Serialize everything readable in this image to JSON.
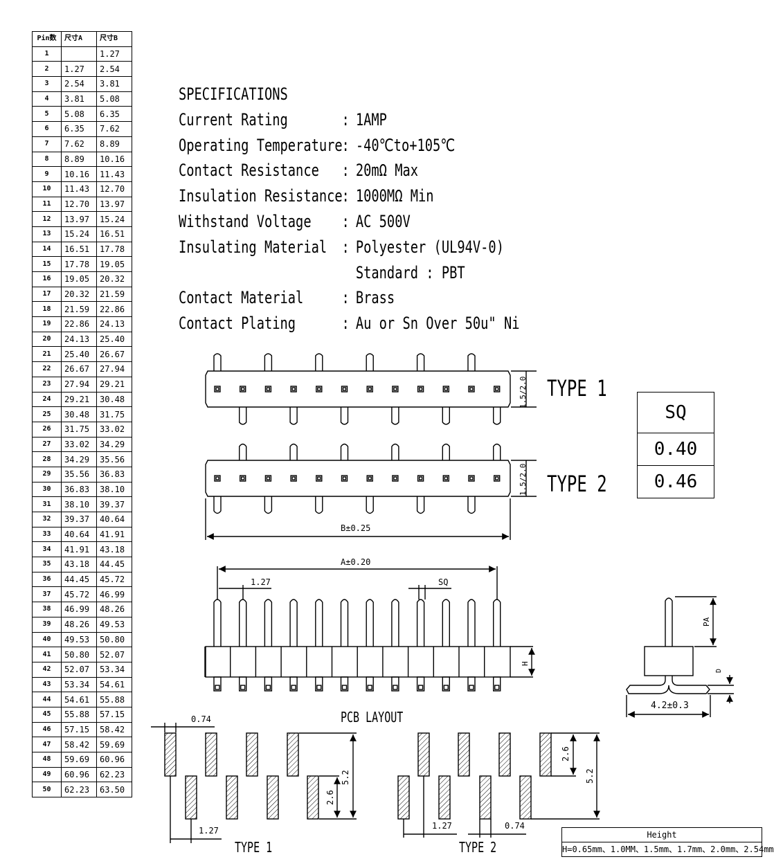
{
  "pin_table": {
    "headers": [
      "Pin数",
      "尺寸A",
      "尺寸B"
    ],
    "rows": [
      [
        "1",
        "",
        "1.27"
      ],
      [
        "2",
        "1.27",
        "2.54"
      ],
      [
        "3",
        "2.54",
        "3.81"
      ],
      [
        "4",
        "3.81",
        "5.08"
      ],
      [
        "5",
        "5.08",
        "6.35"
      ],
      [
        "6",
        "6.35",
        "7.62"
      ],
      [
        "7",
        "7.62",
        "8.89"
      ],
      [
        "8",
        "8.89",
        "10.16"
      ],
      [
        "9",
        "10.16",
        "11.43"
      ],
      [
        "10",
        "11.43",
        "12.70"
      ],
      [
        "11",
        "12.70",
        "13.97"
      ],
      [
        "12",
        "13.97",
        "15.24"
      ],
      [
        "13",
        "15.24",
        "16.51"
      ],
      [
        "14",
        "16.51",
        "17.78"
      ],
      [
        "15",
        "17.78",
        "19.05"
      ],
      [
        "16",
        "19.05",
        "20.32"
      ],
      [
        "17",
        "20.32",
        "21.59"
      ],
      [
        "18",
        "21.59",
        "22.86"
      ],
      [
        "19",
        "22.86",
        "24.13"
      ],
      [
        "20",
        "24.13",
        "25.40"
      ],
      [
        "21",
        "25.40",
        "26.67"
      ],
      [
        "22",
        "26.67",
        "27.94"
      ],
      [
        "23",
        "27.94",
        "29.21"
      ],
      [
        "24",
        "29.21",
        "30.48"
      ],
      [
        "25",
        "30.48",
        "31.75"
      ],
      [
        "26",
        "31.75",
        "33.02"
      ],
      [
        "27",
        "33.02",
        "34.29"
      ],
      [
        "28",
        "34.29",
        "35.56"
      ],
      [
        "29",
        "35.56",
        "36.83"
      ],
      [
        "30",
        "36.83",
        "38.10"
      ],
      [
        "31",
        "38.10",
        "39.37"
      ],
      [
        "32",
        "39.37",
        "40.64"
      ],
      [
        "33",
        "40.64",
        "41.91"
      ],
      [
        "34",
        "41.91",
        "43.18"
      ],
      [
        "35",
        "43.18",
        "44.45"
      ],
      [
        "36",
        "44.45",
        "45.72"
      ],
      [
        "37",
        "45.72",
        "46.99"
      ],
      [
        "38",
        "46.99",
        "48.26"
      ],
      [
        "39",
        "48.26",
        "49.53"
      ],
      [
        "40",
        "49.53",
        "50.80"
      ],
      [
        "41",
        "50.80",
        "52.07"
      ],
      [
        "42",
        "52.07",
        "53.34"
      ],
      [
        "43",
        "53.34",
        "54.61"
      ],
      [
        "44",
        "54.61",
        "55.88"
      ],
      [
        "45",
        "55.88",
        "57.15"
      ],
      [
        "46",
        "57.15",
        "58.42"
      ],
      [
        "47",
        "58.42",
        "59.69"
      ],
      [
        "48",
        "59.69",
        "60.96"
      ],
      [
        "49",
        "60.96",
        "62.23"
      ],
      [
        "50",
        "62.23",
        "63.50"
      ]
    ]
  },
  "specs": {
    "title": "SPECIFICATIONS",
    "rows": [
      {
        "label": "Current Rating",
        "colon": ":",
        "value": "1AMP"
      },
      {
        "label": "Operating Temperature",
        "colon": ":",
        "value": "-40℃to+105℃"
      },
      {
        "label": "Contact Resistance",
        "colon": ":",
        "value": "20mΩ Max"
      },
      {
        "label": "Insulation Resistance",
        "colon": ":",
        "value": "1000MΩ Min"
      },
      {
        "label": "Withstand Voltage",
        "colon": ":",
        "value": "AC 500V"
      },
      {
        "label": "Insulating Material",
        "colon": ":",
        "value": "Polyester (UL94V-0)"
      },
      {
        "label": "",
        "colon": "",
        "value": "Standard : PBT"
      },
      {
        "label": "Contact Material",
        "colon": ":",
        "value": "Brass"
      },
      {
        "label": "Contact Plating",
        "colon": ":",
        "value": "Au or Sn Over 50u\" Ni"
      }
    ]
  },
  "labels": {
    "type1": "TYPE 1",
    "type2": "TYPE 2",
    "dim_h1": "1.5/2.0",
    "dim_h2": "1.5/2.0",
    "dim_b": "B±0.25",
    "dim_a": "A±0.20",
    "dim_pitch": "1.27",
    "dim_sq": "SQ",
    "dim_h": "H",
    "dim_pa": "PA",
    "dim_d": "D",
    "dim_side_width": "4.2±0.3",
    "pcb_layout": "PCB LAYOUT",
    "pcb_074_left": "0.74",
    "pcb_127_left": "1.27",
    "pcb_52_left": "5.2",
    "pcb_26_left": "2.6",
    "pcb_type1": "TYPE 1",
    "pcb_127_right": "1.27",
    "pcb_074_right": "0.74",
    "pcb_26_right": "2.6",
    "pcb_52_right": "5.2",
    "pcb_type2": "TYPE 2"
  },
  "sq_table": {
    "header": "SQ",
    "values": [
      "0.40",
      "0.46"
    ]
  },
  "height_box": {
    "title": "Height",
    "values": "H=0.65mm、1.0MM、1.5mm、1.7mm、2.0mm、2.54mm"
  }
}
